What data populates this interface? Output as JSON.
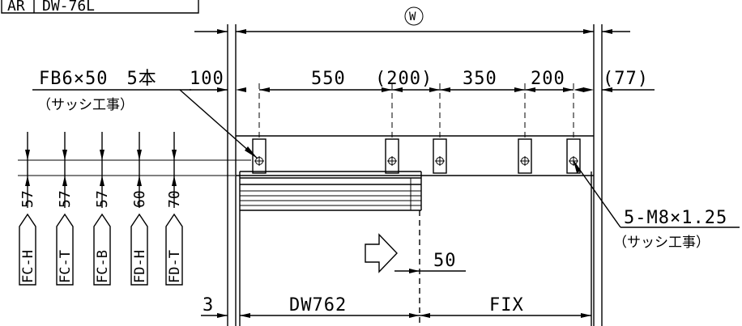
{
  "title_block": {
    "code": "AR",
    "model": "DW-76L"
  },
  "circle_label": "W",
  "dims_top": [
    "100",
    "550",
    "(200)",
    "350",
    "200",
    "(77)"
  ],
  "dims_left": [
    "57",
    "57",
    "57",
    "60",
    "70"
  ],
  "tags": [
    "FC-H",
    "FC-T",
    "FC-B",
    "FD-H",
    "FD-T"
  ],
  "callout_fb": {
    "main": "FB6×50　5本",
    "sub": "（サッシ工事）"
  },
  "callout_bolt": {
    "main": "5-M8×1.25",
    "sub": "（サッシ工事）"
  },
  "dim_50": "50",
  "dims_bottom": {
    "left": "3",
    "door": "DW762",
    "fix": "FIX"
  }
}
